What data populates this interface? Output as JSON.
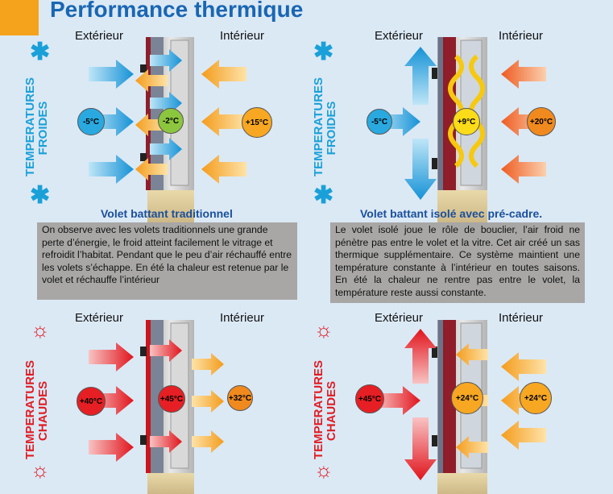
{
  "title": "Performance thermique",
  "labels": {
    "exterieur": "Extérieur",
    "interieur": "Intérieur"
  },
  "vertical": {
    "cold_line1": "TEMPERATURES",
    "cold_line2": "FROIDES",
    "hot_line1": "TEMPERATURES",
    "hot_line2": "CHAUDES"
  },
  "captions": {
    "left": "Volet battant traditionnel",
    "right": "Volet battant isolé avec pré-cadre."
  },
  "texts": {
    "left": "On observe avec les volets traditionnels une grande perte d’énergie, le froid atteint facilement le vitrage et refroidit l’habitat. Pendant que le peu d’air réchauffé entre les volets s’échappe. En été la chaleur est retenue par le volet et réchauffe l’intérieur",
    "right": "Le volet isolé joue le rôle de bouclier, l’air froid ne pénètre pas entre le volet et la vitre. Cet air créé un sas thermique supplémentaire. Ce système maintient une température constante à l’intérieur en toutes saisons. En été la chaleur ne rentre pas entre le volet, la température reste aussi constante."
  },
  "temperatures": {
    "tl_out": "-5°C",
    "tl_mid": "-2°C",
    "tl_in": "+15°C",
    "tr_out": "-5°C",
    "tr_mid": "+9°C",
    "tr_in": "+20°C",
    "bl_out": "+40°C",
    "bl_mid": "+45°C",
    "bl_in": "+32°C",
    "br_out": "+45°C",
    "br_mid": "+24°C",
    "br_in": "+24°C"
  },
  "icons": {
    "cold": "snowflake-icon",
    "hot": "sun-icon"
  },
  "colors": {
    "title": "#1a66b3",
    "cold_text": "#1aa0d8",
    "hot_text": "#e11b22",
    "accent": "#f5a21d"
  }
}
